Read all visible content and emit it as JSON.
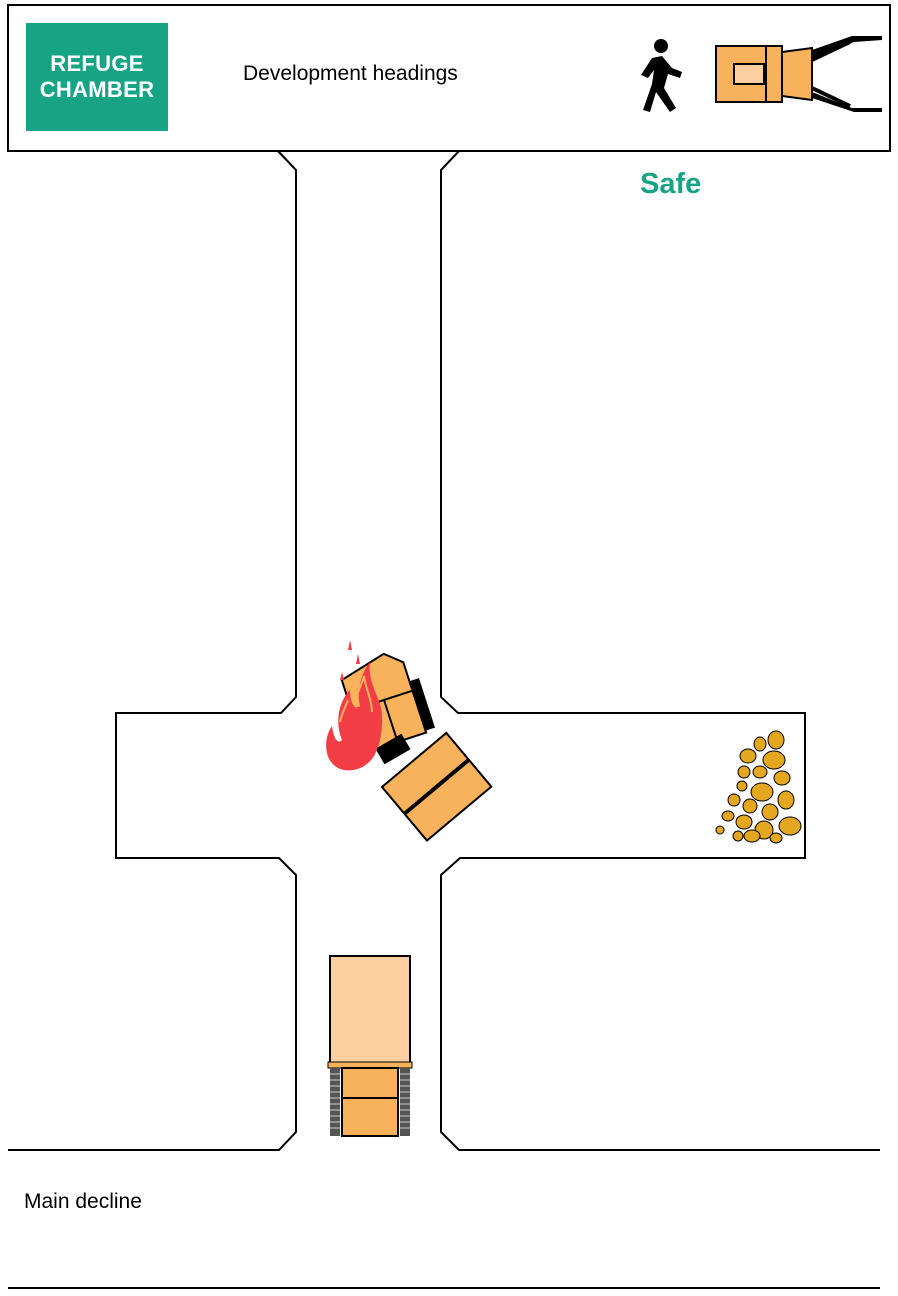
{
  "refuge_chamber": {
    "line1": "REFUGE",
    "line2": "CHAMBER"
  },
  "labels": {
    "development_headings": "Development headings",
    "safe": "Safe",
    "main_decline": "Main decline"
  },
  "colors": {
    "refuge_green": "#17a484",
    "safe_text": "#17a484",
    "vehicle_orange": "#f9b25c",
    "vehicle_light": "#fdcfa0",
    "fire_red": "#f23c46",
    "rock_gold": "#e3a81f"
  },
  "icons": [
    "person-walking-icon",
    "vehicle-icon",
    "fire-icon",
    "rock-fall-icon"
  ]
}
